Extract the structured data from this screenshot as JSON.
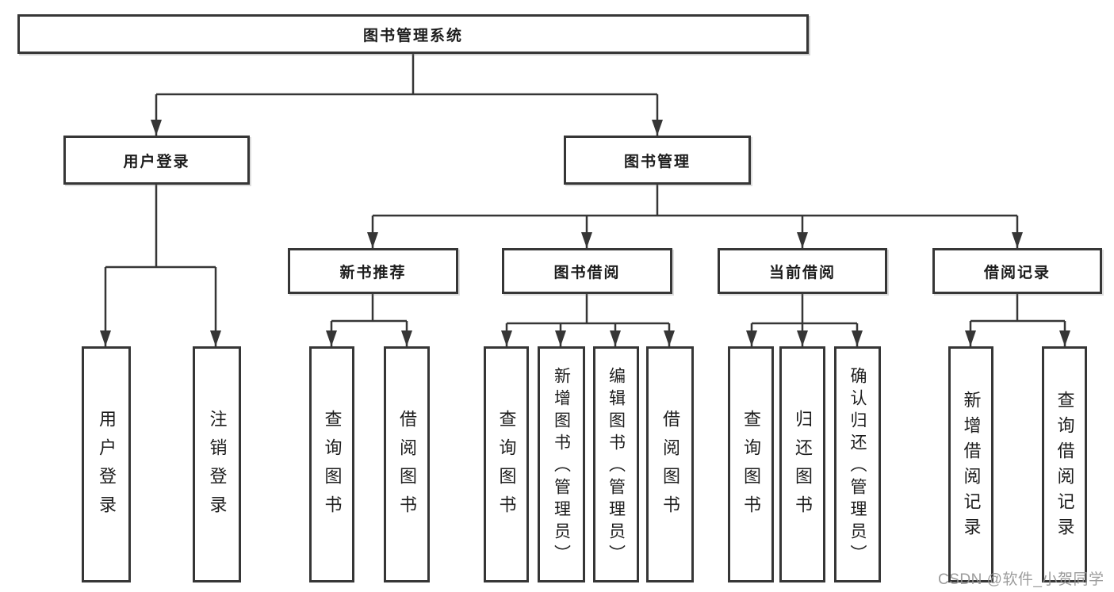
{
  "watermark": "CSDN @软件_小贺同学",
  "colors": {
    "line": "#363636",
    "box_border": "#363636",
    "box_bg": "#ffffff",
    "text": "#1d1d1d",
    "watermark": "#949494"
  },
  "tree": {
    "root": {
      "label": "图书管理系统"
    },
    "branches": [
      {
        "label": "用户登录",
        "children": [
          {
            "label": "用户登录"
          },
          {
            "label": "注销登录"
          }
        ]
      },
      {
        "label": "图书管理",
        "children": [
          {
            "label": "新书推荐",
            "children": [
              {
                "label": "查询图书"
              },
              {
                "label": "借阅图书"
              }
            ]
          },
          {
            "label": "图书借阅",
            "children": [
              {
                "label": "查询图书"
              },
              {
                "label": "新增图书（管理员）"
              },
              {
                "label": "编辑图书（管理员）"
              },
              {
                "label": "借阅图书"
              }
            ]
          },
          {
            "label": "当前借阅",
            "children": [
              {
                "label": "查询图书"
              },
              {
                "label": "归还图书"
              },
              {
                "label": "确认归还（管理员）"
              }
            ]
          },
          {
            "label": "借阅记录",
            "children": [
              {
                "label": "新增借阅记录"
              },
              {
                "label": "查询借阅记录"
              }
            ]
          }
        ]
      }
    ]
  }
}
